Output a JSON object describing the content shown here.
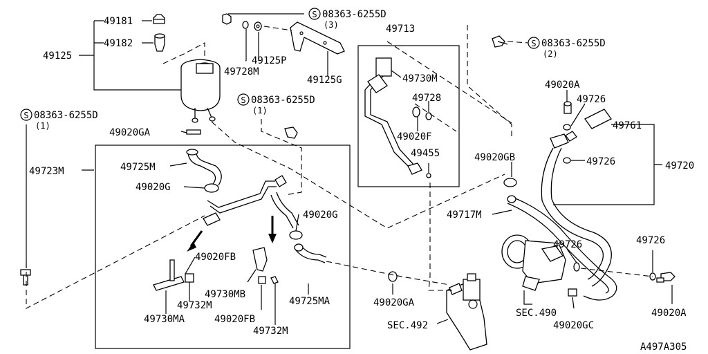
{
  "diagram_id": "A497A305",
  "screw_symbol": "S",
  "labels": {
    "p49181": "49181",
    "p49182": "49182",
    "p49125": "49125",
    "p49125P": "49125P",
    "p49728M": "49728M",
    "p49125G": "49125G",
    "screw_3_code": "08363-6255D",
    "screw_3_qty": "(3)",
    "p49713": "49713",
    "screw_2_code": "08363-6255D",
    "screw_2_qty": "(2)",
    "screw_1a_code": "08363-6255D",
    "screw_1a_qty": "(1)",
    "screw_1b_code": "08363-6255D",
    "screw_1b_qty": "(1)",
    "p49730M": "49730M",
    "p49728": "49728",
    "p49020F": "49020F",
    "p49455": "49455",
    "p49020A_top": "49020A",
    "p49726_top": "49726",
    "p49761": "49761",
    "p49726_mid": "49726",
    "p49720": "49720",
    "p49020GB": "49020GB",
    "p49020GA_top": "49020GA",
    "p49723M": "49723M",
    "p49725M": "49725M",
    "p49020G_left": "49020G",
    "p49020G_right": "49020G",
    "p49717M": "49717M",
    "p49020FB_a": "49020FB",
    "p49730MB": "49730MB",
    "p49732M_a": "49732M",
    "p49730MA": "49730MA",
    "p49020FB_b": "49020FB",
    "p49732M_b": "49732M",
    "p49725MA": "49725MA",
    "p49020GA_bot": "49020GA",
    "sec492": "SEC.492",
    "p49726_low": "49726",
    "p49726_right": "49726",
    "sec490": "SEC.490",
    "p49020GC": "49020GC",
    "p49020A_bot": "49020A"
  }
}
